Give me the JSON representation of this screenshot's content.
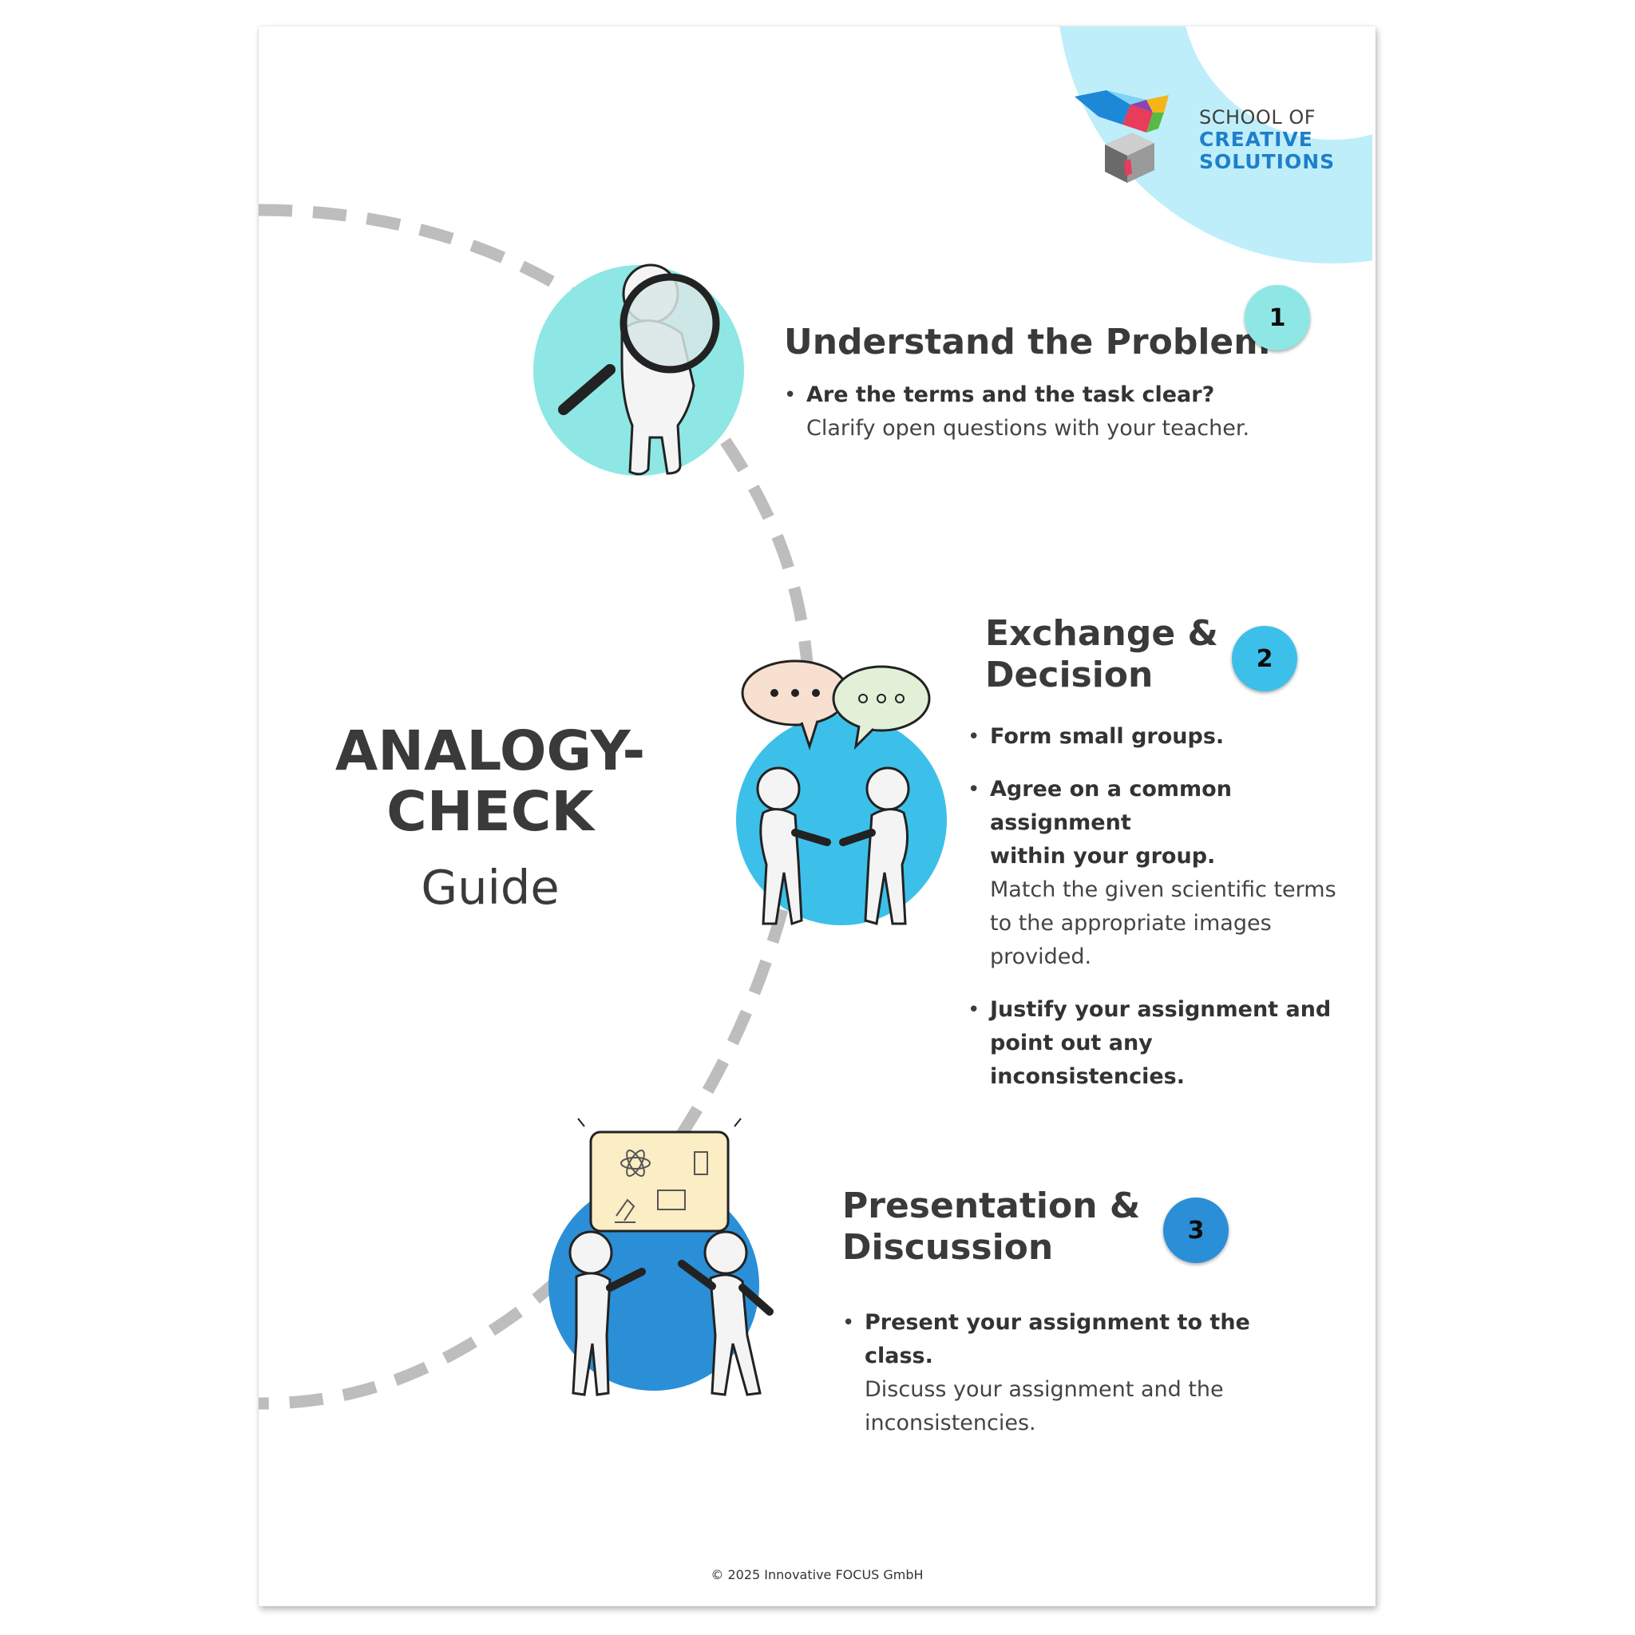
{
  "logo": {
    "line1": "SCHOOL OF",
    "line2": "CREATIVE",
    "line3": "SOLUTIONS"
  },
  "title": {
    "line1": "ANALOGY-",
    "line2": "CHECK",
    "subtitle": "Guide"
  },
  "colors": {
    "step1": "#8ee7e4",
    "step2": "#3cc0ea",
    "step3": "#2a8fd6",
    "logo_blue": "#1f7fc9",
    "corner": "#bfeefb",
    "path": "#bdbdbd"
  },
  "steps": [
    {
      "number": "1",
      "heading": "Understand the Problem",
      "bullets": [
        {
          "bold": "Are the terms and the task clear?",
          "normal": "Clarify open questions with your teacher."
        }
      ]
    },
    {
      "number": "2",
      "heading_line1": "Exchange &",
      "heading_line2": "Decision",
      "bullets": [
        {
          "bold": "Form small groups."
        },
        {
          "bold1": "Agree on a common assignment",
          "bold2": "within your group.",
          "normal1": "Match the given scientific terms",
          "normal2": "to the appropriate images",
          "normal3": "provided."
        },
        {
          "bold1": "Justify your assignment and",
          "bold2": "point out any inconsistencies."
        }
      ]
    },
    {
      "number": "3",
      "heading_line1": "Presentation &",
      "heading_line2": "Discussion",
      "bullets": [
        {
          "bold": "Present your assignment to the class.",
          "normal1": "Discuss your assignment and the",
          "normal2": "inconsistencies."
        }
      ]
    }
  ],
  "footer": "© 2025 Innovative FOCUS GmbH"
}
